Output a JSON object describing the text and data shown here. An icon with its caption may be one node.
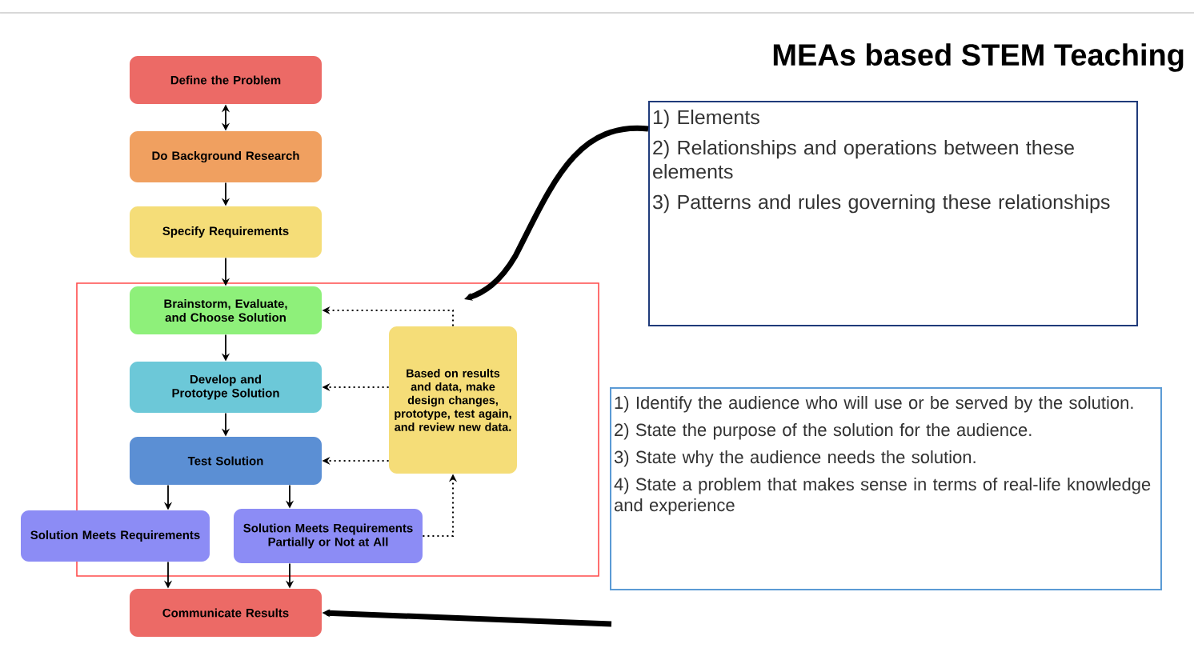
{
  "diagram": {
    "title": "MEAs based STEM Teaching",
    "nodes": [
      {
        "text": [
          "Define the Problem"
        ]
      },
      {
        "text": [
          "Do Background Research"
        ]
      },
      {
        "text": [
          "Specify Requirements"
        ]
      },
      {
        "text": [
          "Brainstorm, Evaluate, and Choose Solution"
        ]
      },
      {
        "text": [
          "Develop and Prototype Solution"
        ]
      },
      {
        "text": [
          "Test Solution"
        ]
      },
      {
        "text": [
          "Solution Meets Requirements"
        ]
      },
      {
        "text": [
          "Solution Meets Requirements Partially or Not at All"
        ]
      },
      {
        "text": [
          "Communicate Results"
        ]
      },
      {
        "text": [
          "Based on results and data, make design changes, prototype, test again, and review new data."
        ]
      },
      {
        "text": [
          "1) Elements",
          "2) Relationships and operations between these elements",
          "3) Patterns and rules governing these relationships"
        ]
      },
      {
        "text": [
          "1) Identify the audience who will use or be served by the solution.",
          "2) State the purpose of the solution for the audience.",
          "3) State why the audience needs the solution.",
          "4) State a problem that makes sense in terms of real-life knowledge and experience"
        ]
      }
    ],
    "edges": [
      {
        "from": 0,
        "to": 1,
        "arrow": "both"
      },
      {
        "from": 1,
        "to": 2,
        "arrow": "to"
      },
      {
        "from": 2,
        "to": 3,
        "arrow": "to"
      },
      {
        "from": 3,
        "to": 4,
        "arrow": "to"
      },
      {
        "from": 4,
        "to": 5,
        "arrow": "to"
      },
      {
        "from": 5,
        "to": 6,
        "arrow": "to"
      },
      {
        "from": 5,
        "to": 7,
        "arrow": "to"
      },
      {
        "from": 6,
        "to": 8,
        "arrow": "to"
      },
      {
        "from": 7,
        "to": 8,
        "arrow": "to"
      },
      {
        "from": 9,
        "to": 3,
        "arrow": "to",
        "style": "dashed"
      },
      {
        "from": 9,
        "to": 4,
        "arrow": "to",
        "style": "dashed"
      },
      {
        "from": 9,
        "to": 5,
        "arrow": "to",
        "style": "dashed"
      },
      {
        "from": 7,
        "to": 9,
        "arrow": "to",
        "style": "dashed"
      },
      {
        "from": 10,
        "to": null,
        "arrow": "to",
        "style": "thick"
      },
      {
        "from": null,
        "to": 8,
        "arrow": "to",
        "style": "thick"
      }
    ]
  }
}
